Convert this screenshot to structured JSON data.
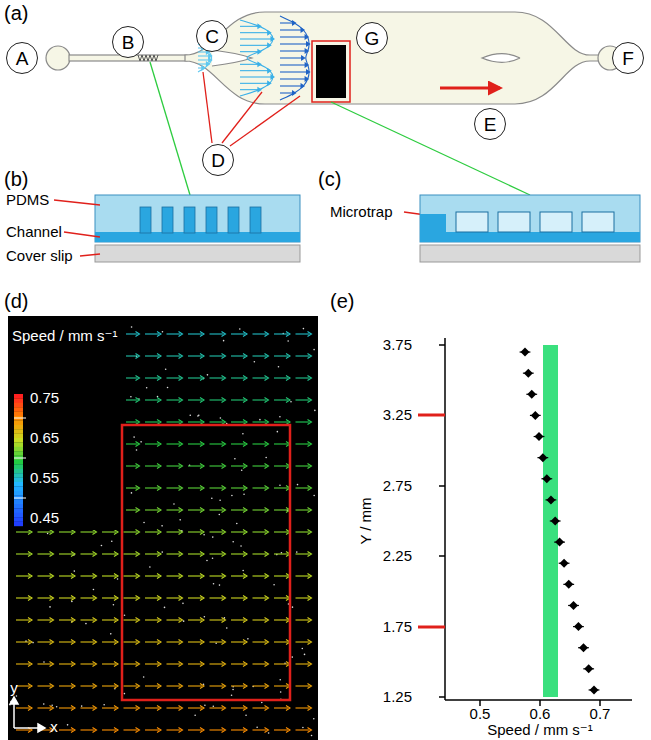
{
  "diagram": {
    "nodes": [
      {
        "text": [
          "A"
        ]
      },
      {
        "text": [
          "B"
        ]
      },
      {
        "text": [
          "C"
        ]
      },
      {
        "text": [
          "D"
        ]
      },
      {
        "text": [
          "E"
        ]
      },
      {
        "text": [
          "F"
        ]
      },
      {
        "text": [
          "G"
        ]
      }
    ],
    "labels": [
      "(a)",
      "(b)",
      "PDMS",
      "Channel",
      "Cover slip",
      "(c)",
      "Microtrap",
      "(d)",
      "Speed / mm s⁻¹",
      "0.75",
      "0.65",
      "0.55",
      "0.45",
      "y",
      "x",
      "(e)",
      "3.75",
      "3.25",
      "2.75",
      "2.25",
      "1.75",
      "1.25",
      "Y / mm",
      "0.5",
      "0.6",
      "0.7",
      "Speed / mm s⁻¹"
    ]
  }
}
